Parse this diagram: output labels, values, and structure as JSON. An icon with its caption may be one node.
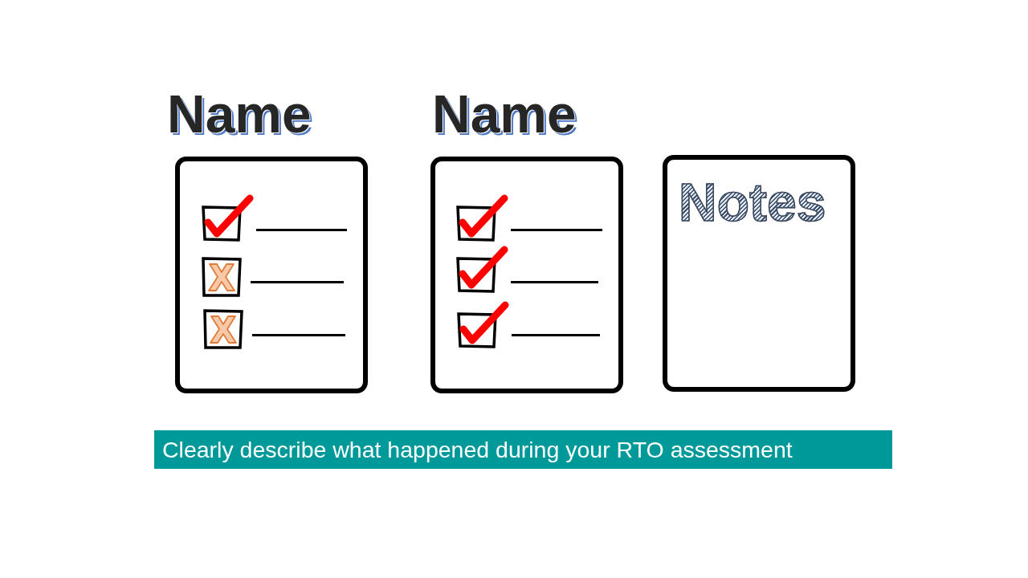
{
  "diagram": {
    "caption": "Clearly describe what happened during your RTO assessment",
    "nodes": [
      {
        "text": [
          "Name"
        ]
      },
      {
        "text": [
          "Name"
        ]
      },
      {
        "text": [
          "Notes"
        ]
      }
    ]
  }
}
